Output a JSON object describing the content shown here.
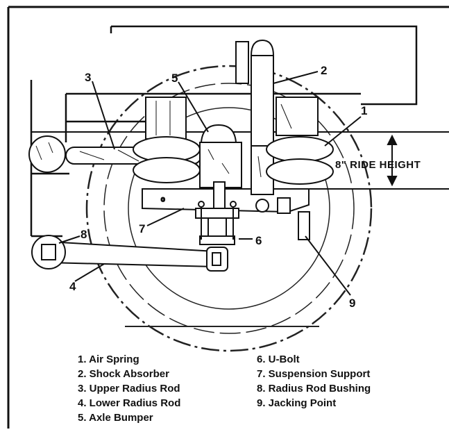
{
  "callouts": [
    "1",
    "2",
    "3",
    "4",
    "5",
    "6",
    "7",
    "8",
    "9"
  ],
  "ride_height_label": "8\" RIDE HEIGHT",
  "legend_left": [
    "1. Air Spring",
    "2. Shock Absorber",
    "3. Upper Radius Rod",
    "4. Lower Radius Rod",
    "5. Axle Bumper"
  ],
  "legend_right": [
    "6. U-Bolt",
    "7. Suspension Support",
    "8. Radius Rod Bushing",
    "9. Jacking Point"
  ]
}
